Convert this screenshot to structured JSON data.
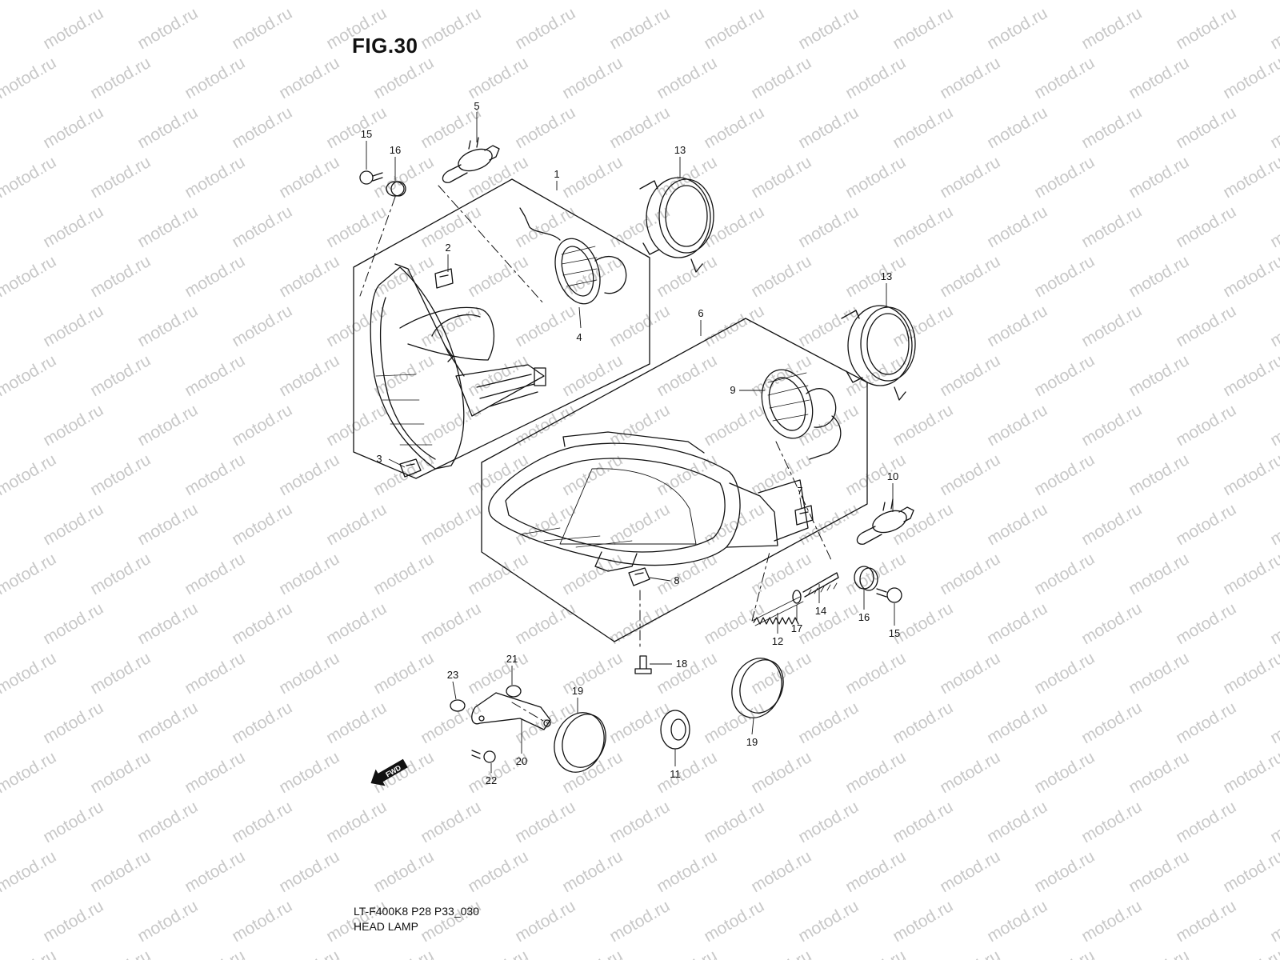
{
  "figure": {
    "title": "FIG.30",
    "model_code": "LT-F400K8 P28 P33_030",
    "part_group": "HEAD LAMP",
    "direction_label": "FWD"
  },
  "watermark": {
    "text": "motod.ru"
  },
  "callouts": [
    {
      "id": "c1",
      "number": "1"
    },
    {
      "id": "c2",
      "number": "2"
    },
    {
      "id": "c3",
      "number": "3"
    },
    {
      "id": "c4",
      "number": "4"
    },
    {
      "id": "c5",
      "number": "5"
    },
    {
      "id": "c6",
      "number": "6"
    },
    {
      "id": "c7",
      "number": "7"
    },
    {
      "id": "c8",
      "number": "8"
    },
    {
      "id": "c9",
      "number": "9"
    },
    {
      "id": "c10",
      "number": "10"
    },
    {
      "id": "c11",
      "number": "11"
    },
    {
      "id": "c12",
      "number": "12"
    },
    {
      "id": "c13a",
      "number": "13"
    },
    {
      "id": "c13b",
      "number": "13"
    },
    {
      "id": "c14",
      "number": "14"
    },
    {
      "id": "c15a",
      "number": "15"
    },
    {
      "id": "c15b",
      "number": "15"
    },
    {
      "id": "c16a",
      "number": "16"
    },
    {
      "id": "c16b",
      "number": "16"
    },
    {
      "id": "c17",
      "number": "17"
    },
    {
      "id": "c18",
      "number": "18"
    },
    {
      "id": "c19a",
      "number": "19"
    },
    {
      "id": "c19b",
      "number": "19"
    },
    {
      "id": "c20",
      "number": "20"
    },
    {
      "id": "c21",
      "number": "21"
    },
    {
      "id": "c22",
      "number": "22"
    },
    {
      "id": "c23",
      "number": "23"
    }
  ]
}
